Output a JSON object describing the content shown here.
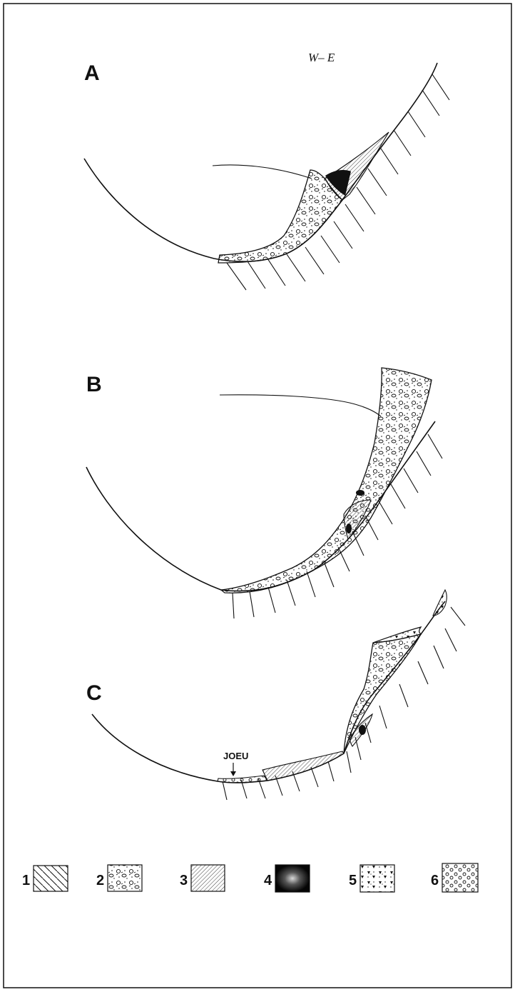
{
  "orientation": "W– E",
  "panels": [
    {
      "letter": "A"
    },
    {
      "letter": "B"
    },
    {
      "letter": "C",
      "place_label": "JOEU"
    }
  ],
  "legend": [
    {
      "number": "1",
      "pattern": "bedrock-hatch-icon"
    },
    {
      "number": "2",
      "pattern": "till-pebbles-icon"
    },
    {
      "number": "3",
      "pattern": "laminated-sediment-icon"
    },
    {
      "number": "4",
      "pattern": "organic-deposit-icon"
    },
    {
      "number": "5",
      "pattern": "angular-debris-icon"
    },
    {
      "number": "6",
      "pattern": "gravel-circles-icon"
    }
  ],
  "colors": {
    "ink": "#111111",
    "paper": "#ffffff"
  }
}
